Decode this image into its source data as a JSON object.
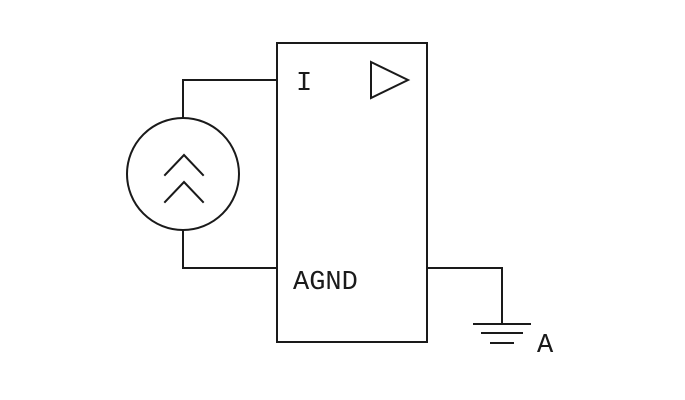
{
  "diagram": {
    "type": "circuit-schematic",
    "stroke_color": "#1a1a1a",
    "background": "#ffffff",
    "components": {
      "source": {
        "icon": "current-source-double-chevron-up"
      },
      "block": {
        "icon": "amplifier-block"
      },
      "ground": {
        "icon": "ground-symbol"
      }
    },
    "labels": {
      "input_pin": "I",
      "ground_pin": "AGND",
      "ground_net": "A"
    }
  }
}
